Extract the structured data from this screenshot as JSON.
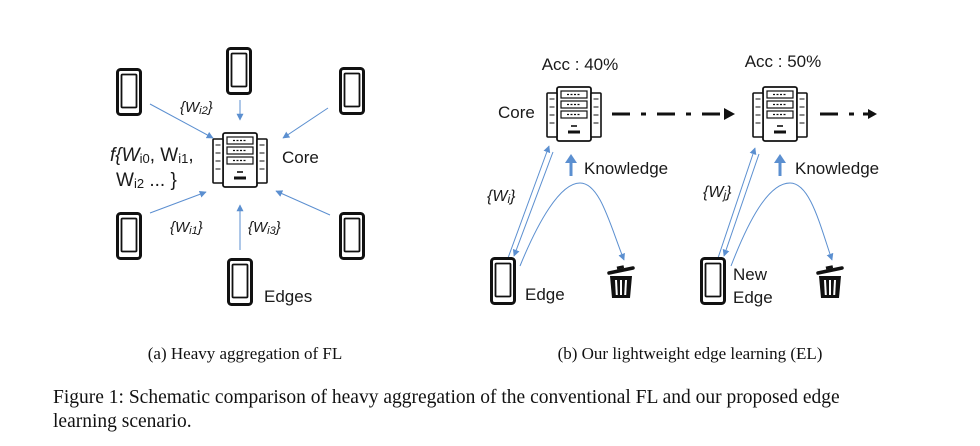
{
  "panel_a": {
    "title": "(a) Heavy aggregation of FL",
    "core_label": "Core",
    "edges_label": "Edges",
    "weights_top": "{W",
    "weights_top_sub": "i2",
    "weights_left": "{W",
    "weights_left_sub": "i1",
    "weights_right": "{W",
    "weights_right_sub": "i3",
    "agg_line1_prefix": "f{W",
    "agg_sub0": "i0",
    "agg_sep1": ", W",
    "agg_sub1": "i1",
    "agg_sep2": ",",
    "agg_line2_prefix": "W",
    "agg_sub2": "i2",
    "agg_line2_suffix": " ... }"
  },
  "panel_b": {
    "title": "(b) Our lightweight edge learning (EL)",
    "core_label": "Core",
    "acc_1": "Acc : 40%",
    "acc_2": "Acc : 50%",
    "knowledge_1": "Knowledge",
    "knowledge_2": "Knowledge",
    "weights_1": "{W",
    "weights_1_sub": "i",
    "weights_2": "{W",
    "weights_2_sub": "j",
    "edge_label": "Edge",
    "new_edge_line1": "New",
    "new_edge_line2": "Edge"
  },
  "caption": {
    "line1": "Figure 1: Schematic comparison of heavy aggregation of the conventional FL and our proposed edge",
    "line2": "learning scenario."
  },
  "colors": {
    "arrow": "#5b8fd0",
    "ink": "#111111"
  },
  "icons": [
    "smartphone-icon",
    "server-icon",
    "trash-bin-icon",
    "up-arrow-icon"
  ]
}
